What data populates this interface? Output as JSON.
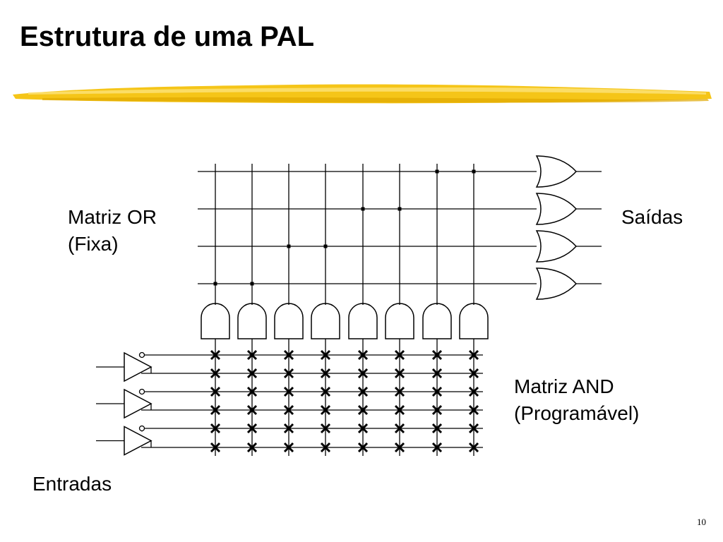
{
  "slide": {
    "title": "Estrutura de uma PAL",
    "page_number": "10"
  },
  "labels": {
    "or_matrix_line1": "Matriz OR",
    "or_matrix_line2": "(Fixa)",
    "outputs": "Saídas",
    "and_matrix_line1": "Matriz AND",
    "and_matrix_line2": "(Programável)",
    "inputs": "Entradas"
  },
  "colors": {
    "brush_stroke": "#f5c518",
    "brush_dark": "#e0a800",
    "wire": "#000000"
  },
  "icons": {
    "and_gate": "and-gate-icon",
    "or_gate": "or-gate-icon",
    "buffer_inverter": "buffer-inverter-icon",
    "fuse": "fuse-cross-icon",
    "junction": "junction-dot-icon"
  }
}
